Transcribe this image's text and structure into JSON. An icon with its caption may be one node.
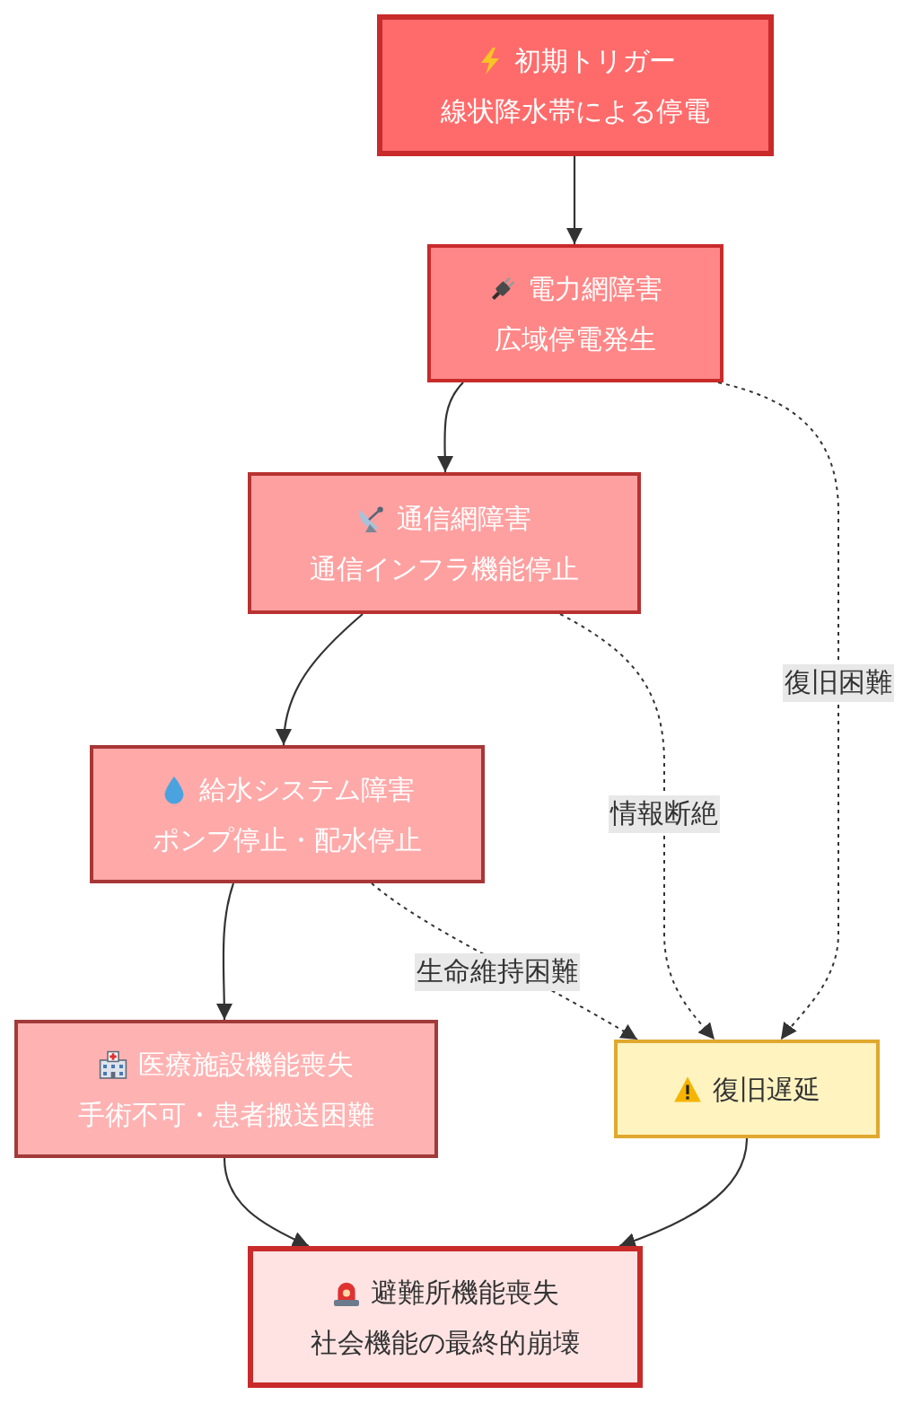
{
  "diagram": {
    "nodes": [
      {
        "text": [
          "初期トリガー",
          "線状降水帯による停電"
        ]
      },
      {
        "text": [
          "電力網障害",
          "広域停電発生"
        ]
      },
      {
        "text": [
          "通信網障害",
          "通信インフラ機能停止"
        ]
      },
      {
        "text": [
          "給水システム障害",
          "ポンプ停止・配水停止"
        ]
      },
      {
        "text": [
          "医療施設機能喪失",
          "手術不可・患者搬送困難"
        ]
      },
      {
        "text": [
          "復旧遅延"
        ]
      },
      {
        "text": [
          "避難所機能喪失",
          "社会機能の最終的崩壊"
        ]
      }
    ],
    "edges": [
      {
        "from": 0,
        "to": 1,
        "arrow": "to"
      },
      {
        "from": 1,
        "to": 2,
        "arrow": "to"
      },
      {
        "from": 2,
        "to": 3,
        "arrow": "to"
      },
      {
        "from": 3,
        "to": 4,
        "arrow": "to"
      },
      {
        "from": 4,
        "to": 6,
        "arrow": "to"
      },
      {
        "from": 1,
        "to": 5,
        "arrow": "to",
        "label": "復旧困難",
        "style": "dashed"
      },
      {
        "from": 2,
        "to": 5,
        "arrow": "to",
        "label": "情報断絶",
        "style": "dashed"
      },
      {
        "from": 3,
        "to": 5,
        "arrow": "to",
        "label": "生命維持困難",
        "style": "dashed"
      },
      {
        "from": 5,
        "to": 6,
        "arrow": "to"
      }
    ]
  }
}
